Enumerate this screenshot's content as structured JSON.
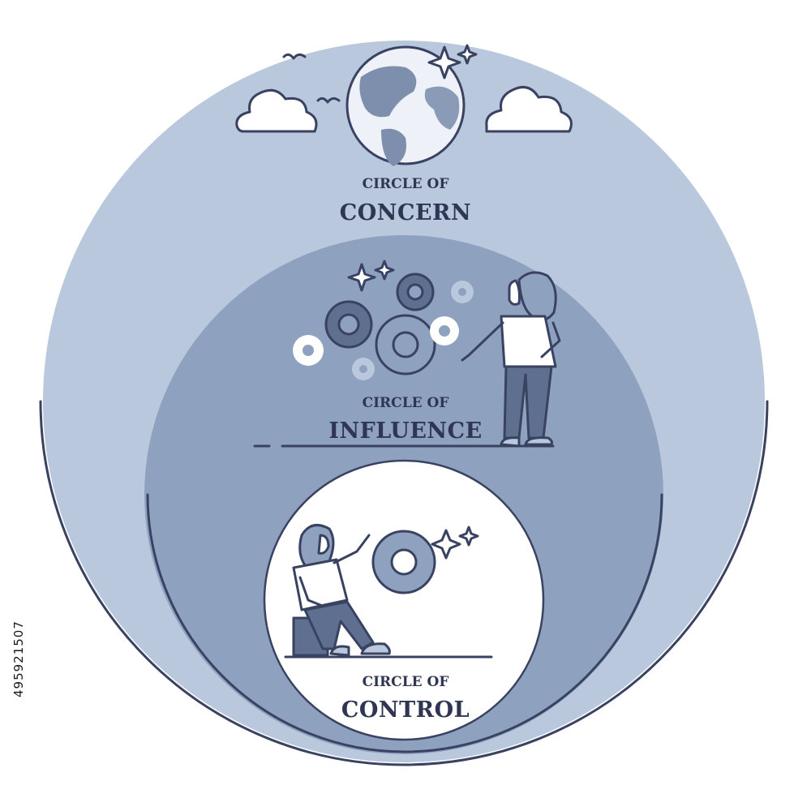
{
  "diagram": {
    "concern": {
      "line1": "CIRCLE OF",
      "line2": "CONCERN"
    },
    "influence": {
      "line1": "CIRCLE OF",
      "line2": "INFLUENCE"
    },
    "control": {
      "line1": "CIRCLE OF",
      "line2": "CONTROL"
    }
  },
  "stock_id": "495921507",
  "colors": {
    "concern_fill": "#b9c8dc",
    "influence_fill": "#8ea2bf",
    "control_fill": "#ffffff",
    "outline": "#3a4262",
    "text": "#2f3653"
  },
  "icons": [
    "globe-icon",
    "cloud-icon",
    "bird-icon",
    "sparkle-icon",
    "gear-icon",
    "person-icon",
    "block-icon"
  ]
}
